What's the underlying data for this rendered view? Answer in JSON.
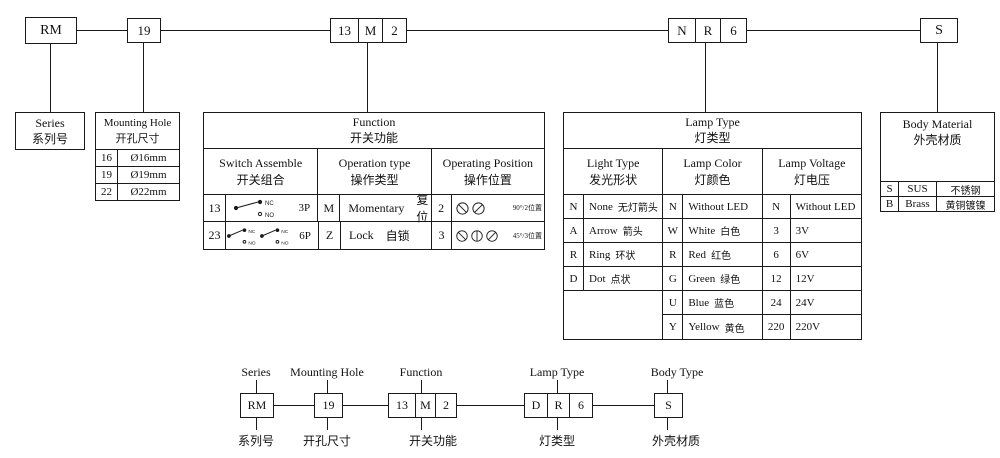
{
  "colors": {
    "line": "#1a1a1a",
    "background": "#ffffff"
  },
  "top_code": {
    "series": "RM",
    "mounting": "19",
    "function_cells": [
      "13",
      "M",
      "2"
    ],
    "lamp_cells": [
      "N",
      "R",
      "6"
    ],
    "body": "S"
  },
  "series_box": {
    "en": "Series",
    "cn": "系列号"
  },
  "mounting": {
    "title_en": "Mounting Hole",
    "title_cn": "开孔尺寸",
    "rows": [
      {
        "code": "16",
        "size": "Ø16mm"
      },
      {
        "code": "19",
        "size": "Ø19mm"
      },
      {
        "code": "22",
        "size": "Ø22mm"
      }
    ]
  },
  "function": {
    "title_en": "Function",
    "title_cn": "开关功能",
    "col1_en": "Switch Assemble",
    "col1_cn": "开关组合",
    "col2_en": "Operation type",
    "col2_cn": "操作类型",
    "col3_en": "Operating Position",
    "col3_cn": "操作位置",
    "contact_labels": {
      "nc": "NC",
      "no": "NO"
    },
    "rows": [
      {
        "sw_code": "13",
        "poles": "3P",
        "op_code": "M",
        "op_en": "Momentary",
        "op_cn": "复位",
        "pos_code": "2",
        "pos_note": "90°/2位置"
      },
      {
        "sw_code": "23",
        "poles": "6P",
        "op_code": "Z",
        "op_en": "Lock",
        "op_cn": "自锁",
        "pos_code": "3",
        "pos_note": "45°/3位置"
      }
    ]
  },
  "lamp": {
    "title_en": "Lamp Type",
    "title_cn": "灯类型",
    "col1_en": "Light Type",
    "col1_cn": "发光形状",
    "col2_en": "Lamp Color",
    "col2_cn": "灯颜色",
    "col3_en": "Lamp Voltage",
    "col3_cn": "灯电压",
    "light_rows": [
      {
        "code": "N",
        "en": "None",
        "cn": "无灯箭头"
      },
      {
        "code": "A",
        "en": "Arrow",
        "cn": "箭头"
      },
      {
        "code": "R",
        "en": "Ring",
        "cn": "环状"
      },
      {
        "code": "D",
        "en": "Dot",
        "cn": "点状"
      }
    ],
    "color_rows": [
      {
        "code": "N",
        "en": "Without LED",
        "cn": ""
      },
      {
        "code": "W",
        "en": "White",
        "cn": "白色"
      },
      {
        "code": "R",
        "en": "Red",
        "cn": "红色"
      },
      {
        "code": "G",
        "en": "Green",
        "cn": "绿色"
      },
      {
        "code": "U",
        "en": "Blue",
        "cn": "蓝色"
      },
      {
        "code": "Y",
        "en": "Yellow",
        "cn": "黄色"
      }
    ],
    "voltage_rows": [
      {
        "code": "N",
        "val": "Without LED"
      },
      {
        "code": "3",
        "val": "3V"
      },
      {
        "code": "6",
        "val": "6V"
      },
      {
        "code": "12",
        "val": "12V"
      },
      {
        "code": "24",
        "val": "24V"
      },
      {
        "code": "220",
        "val": "220V"
      }
    ]
  },
  "body_material": {
    "title_en": "Body Material",
    "title_cn": "外壳材质",
    "rows": [
      {
        "code": "S",
        "en": "SUS",
        "cn": "不锈钢"
      },
      {
        "code": "B",
        "en": "Brass",
        "cn": "黄铜镀镍"
      }
    ]
  },
  "example": {
    "labels_en": [
      "Series",
      "Mounting Hole",
      "Function",
      "Lamp Type",
      "Body Type"
    ],
    "labels_cn": [
      "系列号",
      "开孔尺寸",
      "开关功能",
      "灯类型",
      "外壳材质"
    ],
    "series": "RM",
    "mounting": "19",
    "function_cells": [
      "13",
      "M",
      "2"
    ],
    "lamp_cells": [
      "D",
      "R",
      "6"
    ],
    "body": "S"
  }
}
